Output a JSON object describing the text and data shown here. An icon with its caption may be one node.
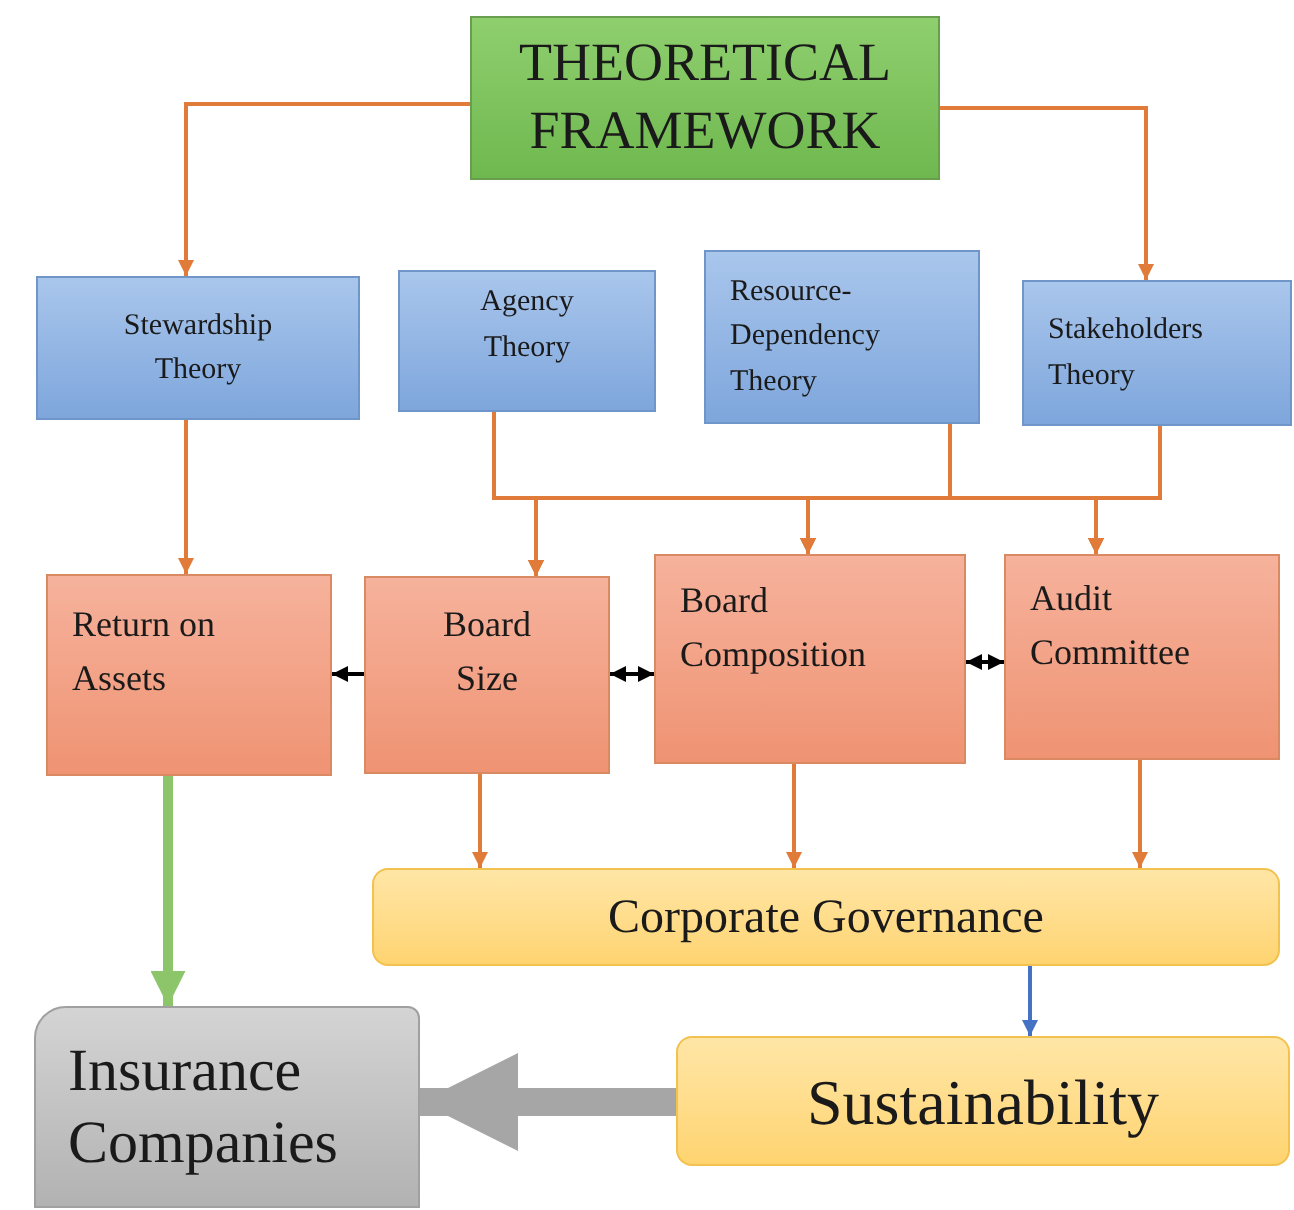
{
  "diagram": {
    "nodes": [
      {
        "text": [
          "THEORETICAL FRAMEWORK"
        ]
      },
      {
        "text": [
          "Stewardship Theory"
        ]
      },
      {
        "text": [
          "Agency Theory"
        ]
      },
      {
        "text": [
          "Resource-Dependency Theory"
        ]
      },
      {
        "text": [
          "Stakeholders Theory"
        ]
      },
      {
        "text": [
          "Return on Assets"
        ]
      },
      {
        "text": [
          "Board Size"
        ]
      },
      {
        "text": [
          "Board Composition"
        ]
      },
      {
        "text": [
          "Audit Committee"
        ]
      },
      {
        "text": [
          "Corporate Governance"
        ]
      },
      {
        "text": [
          "Insurance Companies"
        ]
      },
      {
        "text": [
          "Sustainability"
        ]
      }
    ],
    "edges": [
      {
        "from": 0,
        "to": 1,
        "arrow": "to"
      },
      {
        "from": 0,
        "to": 4,
        "arrow": "to"
      },
      {
        "from": 1,
        "to": 5,
        "arrow": "to"
      },
      {
        "from": 2,
        "to": 6,
        "arrow": "to"
      },
      {
        "from": 2,
        "to": 7,
        "arrow": "to"
      },
      {
        "from": 2,
        "to": 8,
        "arrow": "to"
      },
      {
        "from": 3,
        "to": 6,
        "arrow": "to"
      },
      {
        "from": 3,
        "to": 7,
        "arrow": "to"
      },
      {
        "from": 3,
        "to": 8,
        "arrow": "to"
      },
      {
        "from": 4,
        "to": 6,
        "arrow": "to"
      },
      {
        "from": 4,
        "to": 7,
        "arrow": "to"
      },
      {
        "from": 4,
        "to": 8,
        "arrow": "to"
      },
      {
        "from": 6,
        "to": 5,
        "arrow": "to",
        "color": "#000000"
      },
      {
        "from": 6,
        "to": 7,
        "arrow": "both",
        "color": "#000000"
      },
      {
        "from": 7,
        "to": 8,
        "arrow": "both",
        "color": "#000000"
      },
      {
        "from": 5,
        "to": 10,
        "arrow": "to",
        "style": "thick",
        "color": "#8cc56a"
      },
      {
        "from": 6,
        "to": 9,
        "arrow": "to"
      },
      {
        "from": 7,
        "to": 9,
        "arrow": "to"
      },
      {
        "from": 8,
        "to": 9,
        "arrow": "to"
      },
      {
        "from": 9,
        "to": 11,
        "arrow": "to",
        "color": "#4472c4"
      },
      {
        "from": 11,
        "to": 10,
        "arrow": "to",
        "style": "thick",
        "color": "#a6a6a6"
      }
    ]
  }
}
